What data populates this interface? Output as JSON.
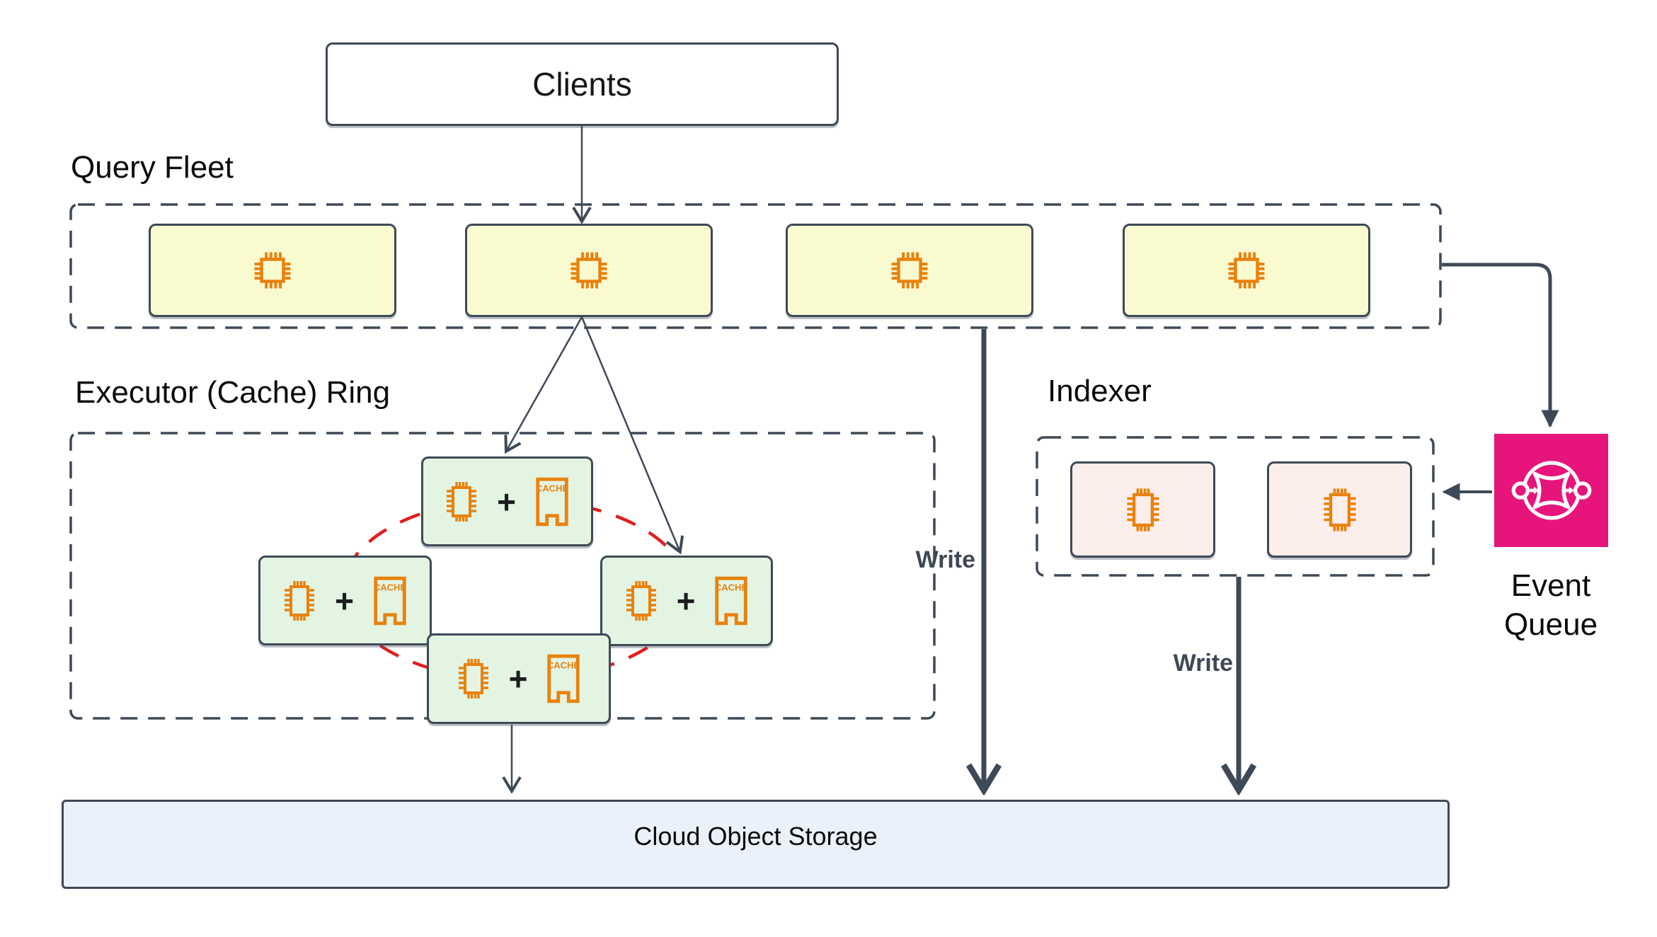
{
  "clients": {
    "label": "Clients"
  },
  "query_fleet": {
    "label": "Query Fleet",
    "node_count": 4,
    "node_icon": "cpu-chip-icon"
  },
  "executor_ring": {
    "label": "Executor (Cache) Ring",
    "node_count": 4,
    "plus": "+",
    "cache_label": "CACHE",
    "node_icon": "cpu-chip-icon",
    "cache_icon": "cache-icon"
  },
  "indexer": {
    "label": "Indexer",
    "node_count": 2,
    "node_icon": "cpu-chip-icon"
  },
  "event_queue": {
    "label_line1": "Event",
    "label_line2": "Queue",
    "icon": "event-bus-icon"
  },
  "storage": {
    "label": "Cloud Object Storage"
  },
  "edges": {
    "write_label": "Write"
  },
  "colors": {
    "border_dark": "#3e4957",
    "fleet_node_fill": "#fafad0",
    "executor_node_fill": "#e3f4e2",
    "indexer_node_fill": "#fceeea",
    "event_queue_fill": "#e7157b",
    "storage_fill": "#eaf1fb",
    "icon_orange": "#e8820d",
    "ring_red": "#e01e1e"
  }
}
